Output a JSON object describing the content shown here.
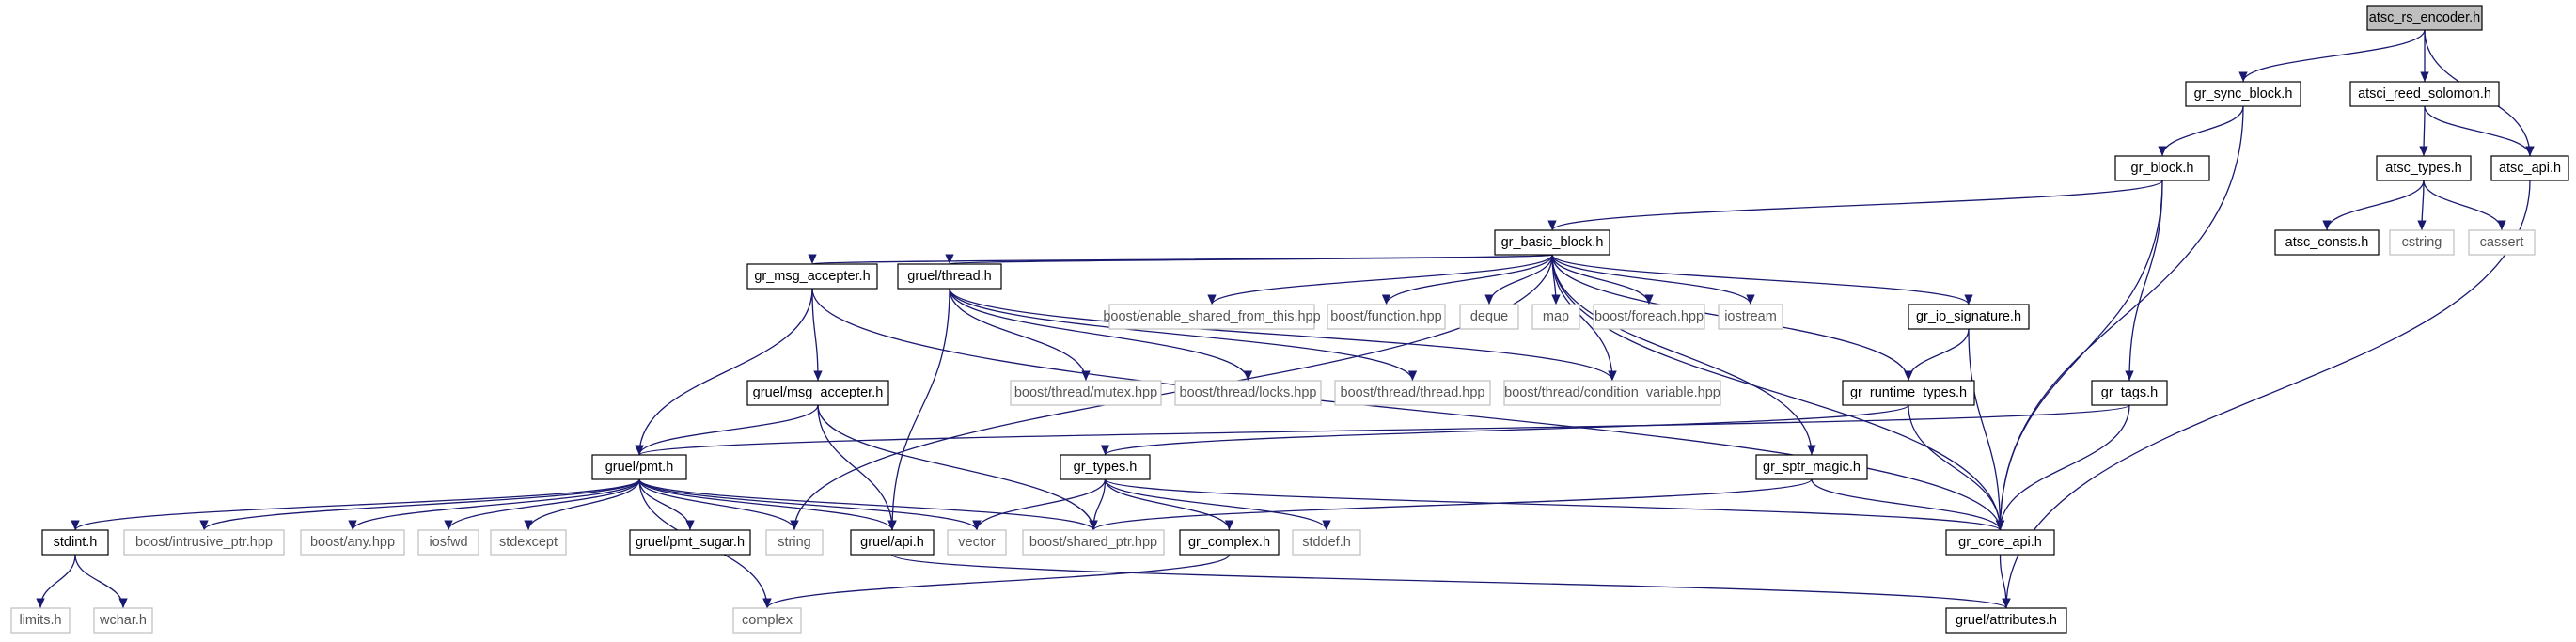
{
  "colors": {
    "root_fill": "#bfbfbf",
    "project_border": "#000000",
    "external_border": "#bfbfbf",
    "external_text": "#555555",
    "project_text": "#000000",
    "edge": "#191970",
    "background": "#ffffff"
  },
  "nodes": [
    {
      "id": "atsc_rs_encoder",
      "label": "atsc_rs_encoder.h",
      "kind": "root"
    },
    {
      "id": "gr_sync_block",
      "label": "gr_sync_block.h",
      "kind": "project"
    },
    {
      "id": "atsci_reed_solomon",
      "label": "atsci_reed_solomon.h",
      "kind": "project"
    },
    {
      "id": "atsc_api",
      "label": "atsc_api.h",
      "kind": "project"
    },
    {
      "id": "gr_block",
      "label": "gr_block.h",
      "kind": "project"
    },
    {
      "id": "atsc_types",
      "label": "atsc_types.h",
      "kind": "project"
    },
    {
      "id": "atsc_consts",
      "label": "atsc_consts.h",
      "kind": "project"
    },
    {
      "id": "cstring",
      "label": "cstring",
      "kind": "external"
    },
    {
      "id": "cassert",
      "label": "cassert",
      "kind": "external"
    },
    {
      "id": "gr_basic_block",
      "label": "gr_basic_block.h",
      "kind": "project"
    },
    {
      "id": "gr_msg_accepter",
      "label": "gr_msg_accepter.h",
      "kind": "project"
    },
    {
      "id": "gruel_thread",
      "label": "gruel/thread.h",
      "kind": "project"
    },
    {
      "id": "boost_esft",
      "label": "boost/enable_shared_from_this.hpp",
      "kind": "external"
    },
    {
      "id": "boost_function",
      "label": "boost/function.hpp",
      "kind": "external"
    },
    {
      "id": "deque",
      "label": "deque",
      "kind": "external"
    },
    {
      "id": "map",
      "label": "map",
      "kind": "external"
    },
    {
      "id": "boost_foreach",
      "label": "boost/foreach.hpp",
      "kind": "external"
    },
    {
      "id": "iostream",
      "label": "iostream",
      "kind": "external"
    },
    {
      "id": "gr_io_signature",
      "label": "gr_io_signature.h",
      "kind": "project"
    },
    {
      "id": "gruel_msg_accepter",
      "label": "gruel/msg_accepter.h",
      "kind": "project"
    },
    {
      "id": "boost_mutex",
      "label": "boost/thread/mutex.hpp",
      "kind": "external"
    },
    {
      "id": "boost_locks",
      "label": "boost/thread/locks.hpp",
      "kind": "external"
    },
    {
      "id": "boost_thread",
      "label": "boost/thread/thread.hpp",
      "kind": "external"
    },
    {
      "id": "boost_condvar",
      "label": "boost/thread/condition_variable.hpp",
      "kind": "external"
    },
    {
      "id": "gr_runtime_types",
      "label": "gr_runtime_types.h",
      "kind": "project"
    },
    {
      "id": "gr_tags",
      "label": "gr_tags.h",
      "kind": "project"
    },
    {
      "id": "gruel_pmt",
      "label": "gruel/pmt.h",
      "kind": "project"
    },
    {
      "id": "gr_types",
      "label": "gr_types.h",
      "kind": "project"
    },
    {
      "id": "gr_sptr_magic",
      "label": "gr_sptr_magic.h",
      "kind": "project"
    },
    {
      "id": "stdint",
      "label": "stdint.h",
      "kind": "project"
    },
    {
      "id": "boost_intrusive",
      "label": "boost/intrusive_ptr.hpp",
      "kind": "external"
    },
    {
      "id": "boost_any",
      "label": "boost/any.hpp",
      "kind": "external"
    },
    {
      "id": "iosfwd",
      "label": "iosfwd",
      "kind": "external"
    },
    {
      "id": "stdexcept",
      "label": "stdexcept",
      "kind": "external"
    },
    {
      "id": "gruel_pmt_sugar",
      "label": "gruel/pmt_sugar.h",
      "kind": "project"
    },
    {
      "id": "string",
      "label": "string",
      "kind": "external"
    },
    {
      "id": "gruel_api",
      "label": "gruel/api.h",
      "kind": "project"
    },
    {
      "id": "vector",
      "label": "vector",
      "kind": "external"
    },
    {
      "id": "boost_shared_ptr",
      "label": "boost/shared_ptr.hpp",
      "kind": "external"
    },
    {
      "id": "gr_complex",
      "label": "gr_complex.h",
      "kind": "project"
    },
    {
      "id": "stddef",
      "label": "stddef.h",
      "kind": "external"
    },
    {
      "id": "gr_core_api",
      "label": "gr_core_api.h",
      "kind": "project"
    },
    {
      "id": "limits",
      "label": "limits.h",
      "kind": "external"
    },
    {
      "id": "wchar",
      "label": "wchar.h",
      "kind": "external"
    },
    {
      "id": "complex",
      "label": "complex",
      "kind": "external"
    },
    {
      "id": "gruel_attributes",
      "label": "gruel/attributes.h",
      "kind": "project"
    }
  ],
  "edges": [
    [
      "atsc_rs_encoder",
      "gr_sync_block"
    ],
    [
      "atsc_rs_encoder",
      "atsci_reed_solomon"
    ],
    [
      "atsc_rs_encoder",
      "atsc_api"
    ],
    [
      "gr_sync_block",
      "gr_block"
    ],
    [
      "gr_sync_block",
      "gr_core_api"
    ],
    [
      "atsci_reed_solomon",
      "atsc_types"
    ],
    [
      "atsci_reed_solomon",
      "atsc_api"
    ],
    [
      "atsc_types",
      "atsc_consts"
    ],
    [
      "atsc_types",
      "cstring"
    ],
    [
      "atsc_types",
      "cassert"
    ],
    [
      "atsc_api",
      "gruel_attributes"
    ],
    [
      "gr_block",
      "gr_basic_block"
    ],
    [
      "gr_block",
      "gr_tags"
    ],
    [
      "gr_block",
      "gr_core_api"
    ],
    [
      "gr_basic_block",
      "gr_msg_accepter"
    ],
    [
      "gr_basic_block",
      "gruel_thread"
    ],
    [
      "gr_basic_block",
      "boost_esft"
    ],
    [
      "gr_basic_block",
      "boost_function"
    ],
    [
      "gr_basic_block",
      "deque"
    ],
    [
      "gr_basic_block",
      "map"
    ],
    [
      "gr_basic_block",
      "boost_foreach"
    ],
    [
      "gr_basic_block",
      "iostream"
    ],
    [
      "gr_basic_block",
      "gr_io_signature"
    ],
    [
      "gr_basic_block",
      "gr_runtime_types"
    ],
    [
      "gr_basic_block",
      "gr_sptr_magic"
    ],
    [
      "gr_basic_block",
      "string"
    ],
    [
      "gr_basic_block",
      "boost_condvar"
    ],
    [
      "gr_basic_block",
      "gr_core_api"
    ],
    [
      "gr_msg_accepter",
      "gruel_msg_accepter"
    ],
    [
      "gr_msg_accepter",
      "gruel_pmt"
    ],
    [
      "gr_msg_accepter",
      "gr_core_api"
    ],
    [
      "gruel_thread",
      "boost_mutex"
    ],
    [
      "gruel_thread",
      "boost_locks"
    ],
    [
      "gruel_thread",
      "boost_thread"
    ],
    [
      "gruel_thread",
      "boost_condvar"
    ],
    [
      "gruel_thread",
      "gruel_api"
    ],
    [
      "gr_io_signature",
      "gr_runtime_types"
    ],
    [
      "gr_io_signature",
      "gr_core_api"
    ],
    [
      "gruel_msg_accepter",
      "gruel_pmt"
    ],
    [
      "gruel_msg_accepter",
      "gruel_api"
    ],
    [
      "gruel_msg_accepter",
      "boost_shared_ptr"
    ],
    [
      "gr_runtime_types",
      "gr_types"
    ],
    [
      "gr_runtime_types",
      "gr_core_api"
    ],
    [
      "gr_tags",
      "gruel_pmt"
    ],
    [
      "gr_tags",
      "gr_core_api"
    ],
    [
      "gr_sptr_magic",
      "boost_shared_ptr"
    ],
    [
      "gr_sptr_magic",
      "gr_core_api"
    ],
    [
      "gr_types",
      "vector"
    ],
    [
      "gr_types",
      "boost_shared_ptr"
    ],
    [
      "gr_types",
      "gr_complex"
    ],
    [
      "gr_types",
      "stddef"
    ],
    [
      "gr_types",
      "gr_core_api"
    ],
    [
      "gruel_pmt",
      "stdint"
    ],
    [
      "gruel_pmt",
      "boost_intrusive"
    ],
    [
      "gruel_pmt",
      "boost_any"
    ],
    [
      "gruel_pmt",
      "iosfwd"
    ],
    [
      "gruel_pmt",
      "stdexcept"
    ],
    [
      "gruel_pmt",
      "gruel_pmt_sugar"
    ],
    [
      "gruel_pmt",
      "string"
    ],
    [
      "gruel_pmt",
      "gruel_api"
    ],
    [
      "gruel_pmt",
      "vector"
    ],
    [
      "gruel_pmt",
      "boost_shared_ptr"
    ],
    [
      "gruel_pmt",
      "complex"
    ],
    [
      "stdint",
      "limits"
    ],
    [
      "stdint",
      "wchar"
    ],
    [
      "gr_complex",
      "complex"
    ],
    [
      "gruel_api",
      "gruel_attributes"
    ],
    [
      "gr_core_api",
      "gruel_attributes"
    ]
  ]
}
